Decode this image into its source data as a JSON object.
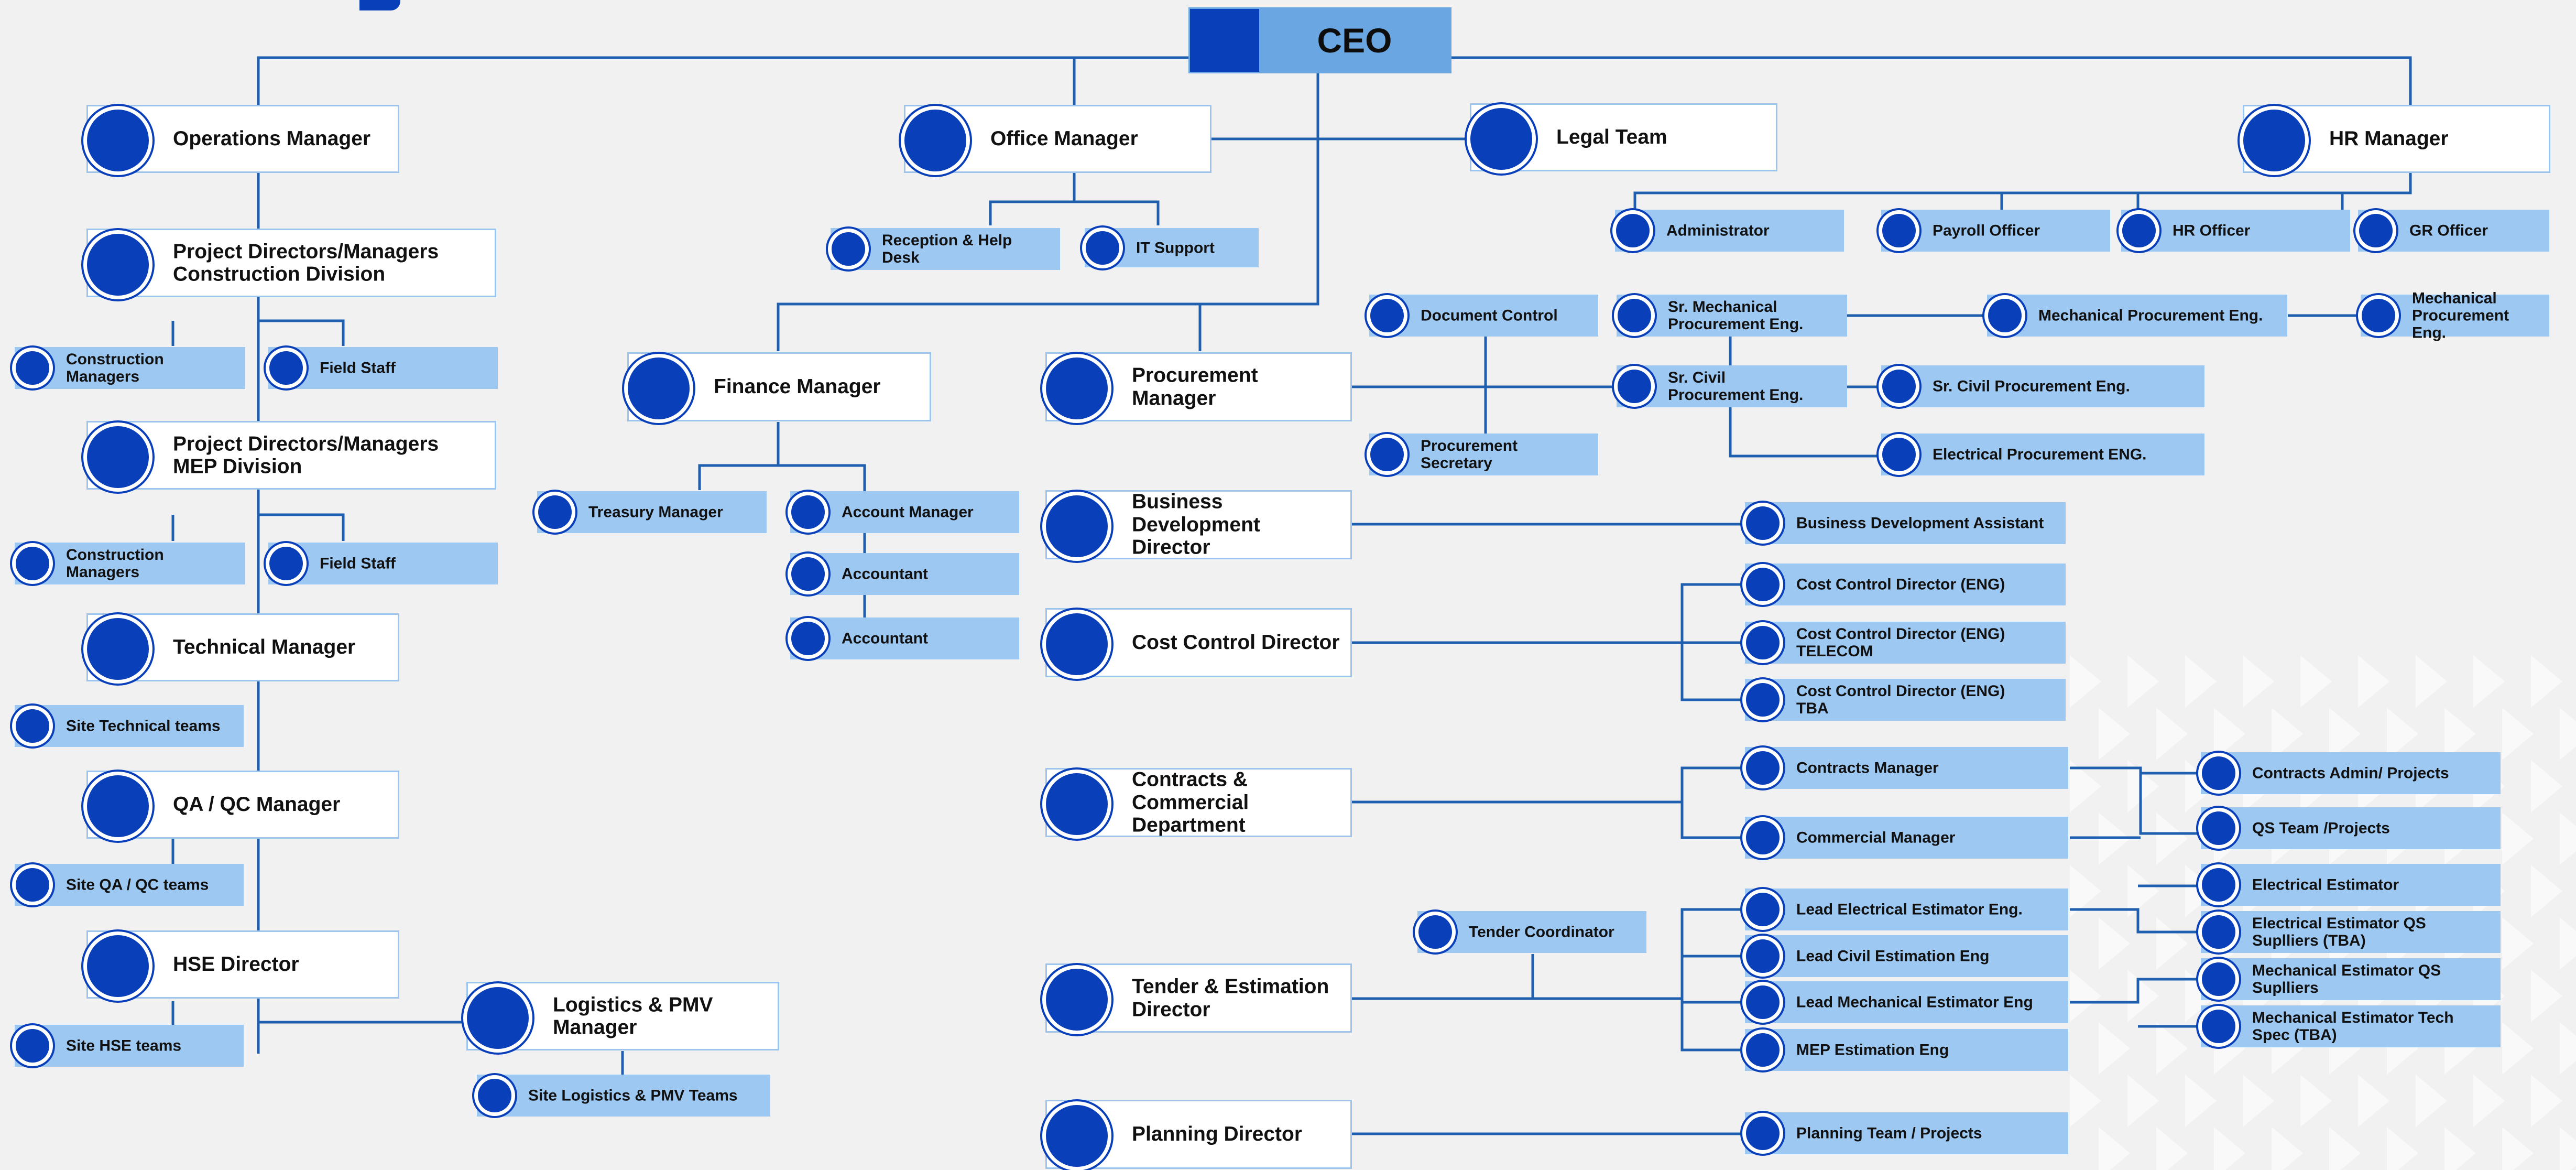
{
  "colors": {
    "background": "#f1f1f1",
    "line": "#1f5fb0",
    "circle": "#0a3fba",
    "main_box": "#ffffff",
    "main_border": "#9cc4ec",
    "sub_box": "#9dc8f2",
    "ceo_box": "#6aa6e2"
  },
  "ceo": "CEO",
  "nodes": {
    "operations_manager": "Operations Manager",
    "pd_construction": "Project Directors/Managers\nConstruction Division",
    "construction_managers_1": "Construction Managers",
    "field_staff_1": "Field Staff",
    "pd_mep": "Project Directors/Managers\nMEP Division",
    "construction_managers_2": "Construction Managers",
    "field_staff_2": "Field Staff",
    "technical_manager": "Technical Manager",
    "site_technical_teams": "Site Technical teams",
    "qa_qc_manager": "QA / QC Manager",
    "site_qa_qc_teams": "Site QA / QC teams",
    "hse_director": "HSE Director",
    "site_hse_teams": "Site HSE teams",
    "logistics_pmv_manager": "Logistics & PMV\nManager",
    "site_logistics_pmv_teams": "Site Logistics & PMV Teams",
    "office_manager": "Office Manager",
    "reception_help_desk": "Reception & Help\nDesk",
    "it_support": "IT Support",
    "legal_team": "Legal Team",
    "hr_manager": "HR Manager",
    "administrator": "Administrator",
    "payroll_officer": "Payroll Officer",
    "hr_officer": "HR Officer",
    "gr_officer": "GR Officer",
    "finance_manager": "Finance Manager",
    "treasury_manager": "Treasury Manager",
    "account_manager": "Account Manager",
    "accountant_1": "Accountant",
    "accountant_2": "Accountant",
    "procurement_manager": "Procurement Manager",
    "document_control": "Document Control",
    "procurement_secretary": "Procurement Secretary",
    "sr_mechanical_procurement": "Sr. Mechanical\nProcurement Eng.",
    "mechanical_procurement_eng_1": "Mechanical  Procurement  Eng.",
    "mechanical_procurement_eng_2": "Mechanical\nProcurement Eng.",
    "sr_civil_procurement_1": "Sr. Civil\nProcurement Eng.",
    "sr_civil_procurement_2": "Sr. Civil Procurement Eng.",
    "electrical_procurement": "Electrical Procurement ENG.",
    "business_development_director": "Business Development\nDirector",
    "business_development_assistant": "Business  Development Assistant",
    "cost_control_director": "Cost Control Director",
    "cost_control_eng": "Cost Control Director (ENG)",
    "cost_control_telecom": "Cost Control Director (ENG)\nTELECOM",
    "cost_control_tba": "Cost Control Director (ENG)\nTBA",
    "contracts_commercial": "Contracts & Commercial\nDepartment",
    "contracts_manager": "Contracts Manager",
    "commercial_manager": "Commercial Manager",
    "contracts_admin": "Contracts Admin/ Projects",
    "qs_team": "QS Team /Projects",
    "tender_estimation_director": "Tender & Estimation\nDirector",
    "tender_coordinator": "Tender Coordinator",
    "lead_electrical_estimator": "Lead Electrical Estimator Eng.",
    "lead_civil_estimation": "Lead Civil Estimation Eng",
    "lead_mechanical_estimator": "Lead Mechanical Estimator Eng",
    "mep_estimation": "MEP Estimation Eng",
    "electrical_estimator": "Electrical Estimator",
    "electrical_estimator_qs": "Electrical Estimator QS\nSuplliers (TBA)",
    "mechanical_estimator_qs": "Mechanical Estimator QS\nSuplliers",
    "mechanical_estimator_tech": "Mechanical Estimator Tech\nSpec (TBA)",
    "planning_director": "Planning Director",
    "planning_team": "Planning Team / Projects"
  }
}
